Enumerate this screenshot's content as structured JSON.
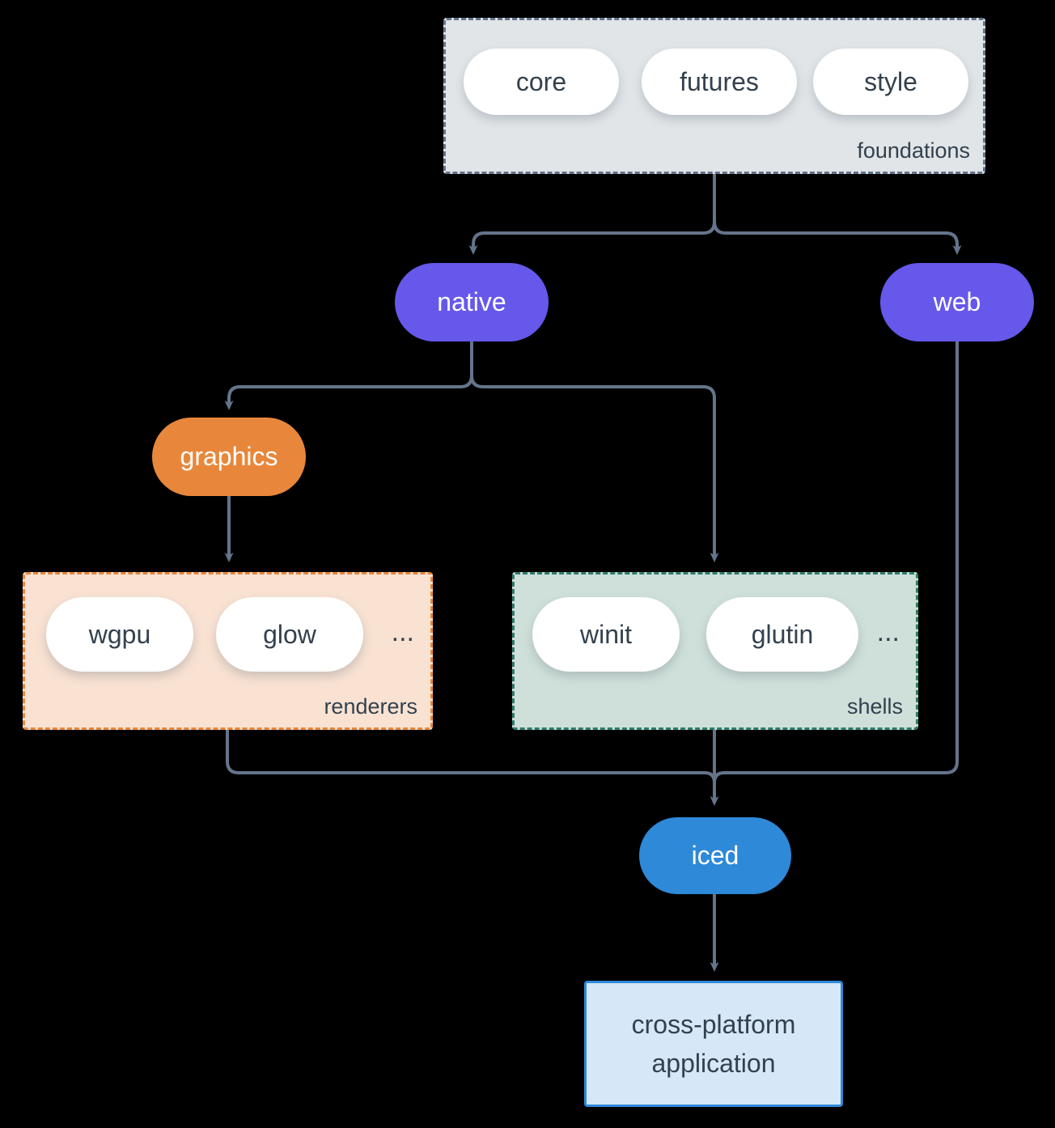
{
  "canvas": {
    "background": "#000000",
    "connector_color": "#64748b"
  },
  "groups": {
    "foundations": {
      "label": "foundations",
      "fill": "#e1e5e8",
      "border": "#64748b",
      "pills": [
        "core",
        "futures",
        "style"
      ]
    },
    "renderers": {
      "label": "renderers",
      "fill": "#f9e2d2",
      "border": "#e8873b",
      "pills": [
        "wgpu",
        "glow"
      ],
      "ellipsis": "..."
    },
    "shells": {
      "label": "shells",
      "fill": "#cfe0da",
      "border": "#2f7d6c",
      "pills": [
        "winit",
        "glutin"
      ],
      "ellipsis": "..."
    }
  },
  "nodes": {
    "native": {
      "label": "native",
      "fill": "#6558ea"
    },
    "web": {
      "label": "web",
      "fill": "#6558ea"
    },
    "graphics": {
      "label": "graphics",
      "fill": "#e8873b"
    },
    "iced": {
      "label": "iced",
      "fill": "#2e89d8"
    },
    "application": {
      "label_line1": "cross-platform",
      "label_line2": "application",
      "fill": "#d6e7f8",
      "border": "#2e89d8"
    }
  }
}
